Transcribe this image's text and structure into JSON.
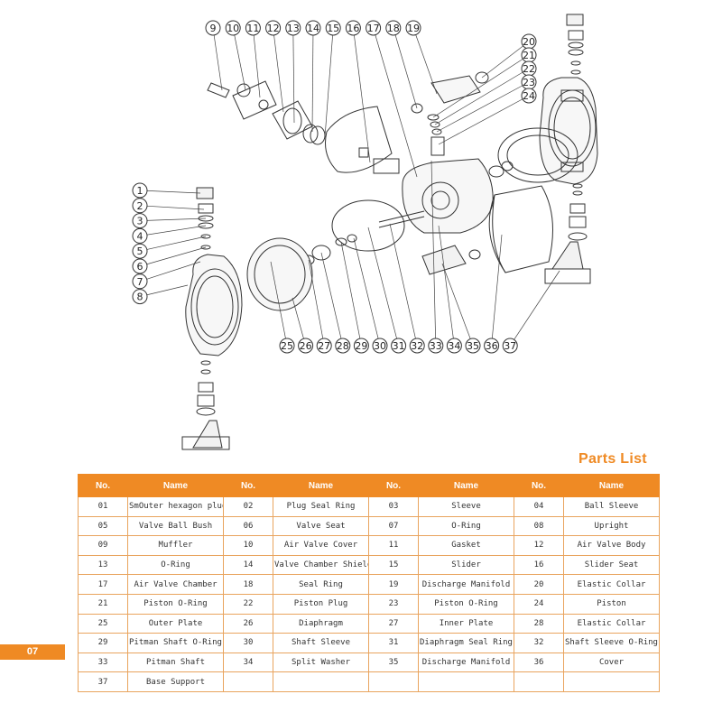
{
  "title": "Parts List",
  "page_number": "07",
  "callouts_top": [
    "9",
    "10",
    "11",
    "12",
    "13",
    "14",
    "15",
    "16",
    "17",
    "18",
    "19"
  ],
  "callouts_right": [
    "20",
    "21",
    "22",
    "23",
    "24"
  ],
  "callouts_left": [
    "1",
    "2",
    "3",
    "4",
    "5",
    "6",
    "7",
    "8"
  ],
  "callouts_bottom": [
    "25",
    "26",
    "27",
    "28",
    "29",
    "30",
    "31",
    "32",
    "33",
    "34",
    "35",
    "36",
    "37"
  ],
  "columns": [
    "No.",
    "Name",
    "No.",
    "Name",
    "No.",
    "Name",
    "No.",
    "Name"
  ],
  "rows": [
    [
      [
        "01",
        "SmOuter hexagon plug"
      ],
      [
        "02",
        "Plug Seal Ring"
      ],
      [
        "03",
        "Sleeve"
      ],
      [
        "04",
        "Ball Sleeve"
      ]
    ],
    [
      [
        "05",
        "Valve Ball Bush"
      ],
      [
        "06",
        "Valve Seat"
      ],
      [
        "07",
        "O-Ring"
      ],
      [
        "08",
        "Upright"
      ]
    ],
    [
      [
        "09",
        "Muffler"
      ],
      [
        "10",
        "Air Valve Cover"
      ],
      [
        "11",
        "Gasket"
      ],
      [
        "12",
        "Air Valve Body"
      ]
    ],
    [
      [
        "13",
        "O-Ring"
      ],
      [
        "14",
        "Valve Chamber Shield"
      ],
      [
        "15",
        "Slider"
      ],
      [
        "16",
        "Slider Seat"
      ]
    ],
    [
      [
        "17",
        "Air Valve Chamber"
      ],
      [
        "18",
        "Seal Ring"
      ],
      [
        "19",
        "Discharge Manifold"
      ],
      [
        "20",
        "Elastic Collar"
      ]
    ],
    [
      [
        "21",
        "Piston O-Ring"
      ],
      [
        "22",
        "Piston Plug"
      ],
      [
        "23",
        "Piston O-Ring"
      ],
      [
        "24",
        "Piston"
      ]
    ],
    [
      [
        "25",
        "Outer Plate"
      ],
      [
        "26",
        "Diaphragm"
      ],
      [
        "27",
        "Inner Plate"
      ],
      [
        "28",
        "Elastic Collar"
      ]
    ],
    [
      [
        "29",
        "Pitman Shaft O-Ring"
      ],
      [
        "30",
        "Shaft Sleeve"
      ],
      [
        "31",
        "Diaphragm Seal Ring"
      ],
      [
        "32",
        "Shaft Sleeve O-Ring"
      ]
    ],
    [
      [
        "33",
        "Pitman Shaft"
      ],
      [
        "34",
        "Split Washer"
      ],
      [
        "35",
        "Discharge Manifold"
      ],
      [
        "36",
        "Cover"
      ]
    ],
    [
      [
        "37",
        "Base Support"
      ],
      [
        "",
        ""
      ],
      [
        "",
        ""
      ],
      [
        "",
        ""
      ]
    ]
  ]
}
